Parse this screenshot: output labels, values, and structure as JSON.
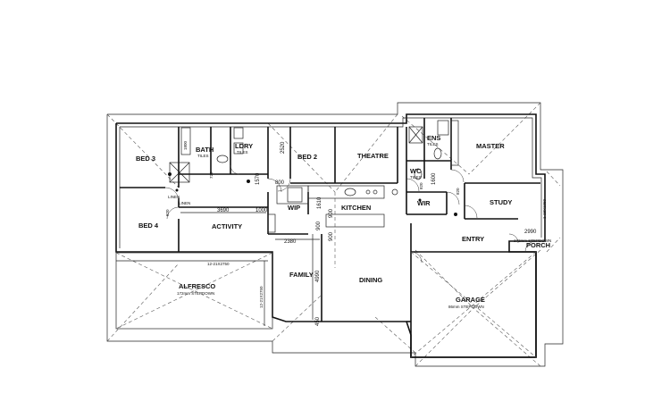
{
  "rooms": {
    "bed3": "BED 3",
    "bed4": "BED 4",
    "bath": "BATH",
    "bath_note": "TILES",
    "ldry": "LDRY",
    "ldry_note": "TILES",
    "bed2": "BED 2",
    "theatre": "THEATRE",
    "ens": "ENS",
    "ens_note": "TILES",
    "master": "MASTER",
    "wc": "WC",
    "wc_note": "TILES",
    "wir": "WIR",
    "study": "STUDY",
    "activity": "ACTIVITY",
    "wip": "WIP",
    "kitchen": "KITCHEN",
    "family": "FAMILY",
    "dining": "DINING",
    "entry": "ENTRY",
    "porch": "PORCH",
    "alfresco": "ALFRESCO",
    "alfresco_note": "172mm STEPDOWN",
    "garage": "GARAGE",
    "garage_note": "86mm STEPDOWN",
    "linen1": "LINEN",
    "linen2": "LINEN"
  },
  "dims": {
    "d2520": "2520",
    "d1570": "1570",
    "d3690": "3690",
    "d1000": "1000",
    "d2380": "2380",
    "d4990": "4990",
    "d1610": "1610",
    "d900a": "900",
    "d900b": "900",
    "d900c": "900",
    "d450": "450",
    "d1600": "1600",
    "d2990": "2990",
    "d800": "800",
    "d820a": "820",
    "d820b": "820",
    "d820c": "820",
    "d720": "720",
    "d1800": "1800",
    "beam1": "12-21X2750",
    "beam2": "12-21X2750",
    "porch_step": "172mm STEPDOWN",
    "porch_beam": "1-18X1950"
  }
}
